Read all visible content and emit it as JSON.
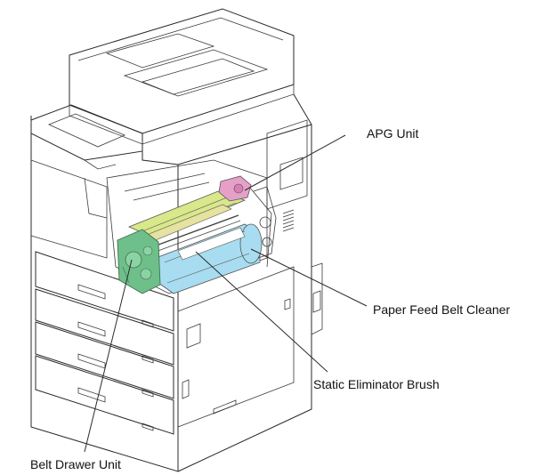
{
  "callouts": {
    "apg_unit": "APG Unit",
    "paper_feed_belt_cleaner": "Paper Feed Belt Cleaner",
    "static_eliminator_brush": "Static Eliminator Brush",
    "belt_drawer_unit": "Belt Drawer Unit"
  },
  "colors": {
    "belt_drawer_unit": "#6fbf8a",
    "paper_feed_belt_cleaner": "#a8dcf0",
    "apg_unit": "#e6a0c8",
    "belt_frame": "#d8e88a",
    "line": "#2a2a2a"
  }
}
